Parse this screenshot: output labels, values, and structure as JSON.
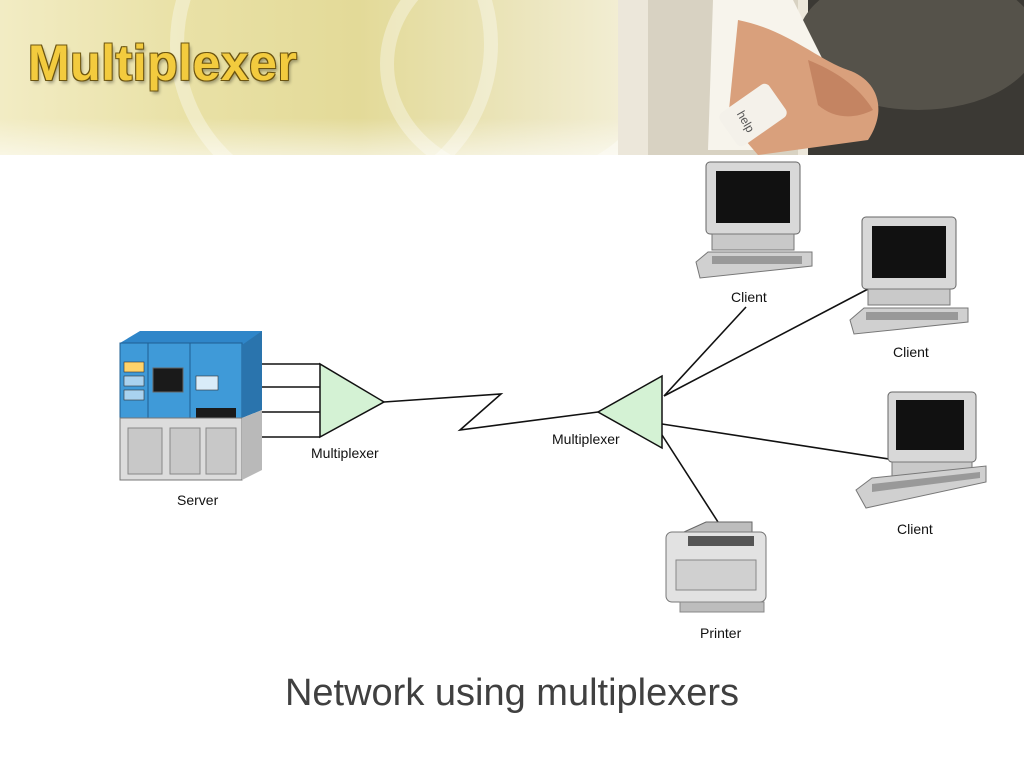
{
  "slide": {
    "title": "Multiplexer",
    "caption": "Network using multiplexers"
  },
  "header_photo": {
    "key_label": "help"
  },
  "diagram": {
    "server_label": "Server",
    "left_mux_label": "Multiplexer",
    "right_mux_label": "Multiplexer",
    "client_labels": [
      "Client",
      "Client",
      "Client"
    ],
    "printer_label": "Printer"
  },
  "colors": {
    "title_fill": "#f3cb3e",
    "mux_fill": "#d4f2d4",
    "server_blue": "#3f9ad8",
    "caption_text": "#404040"
  }
}
